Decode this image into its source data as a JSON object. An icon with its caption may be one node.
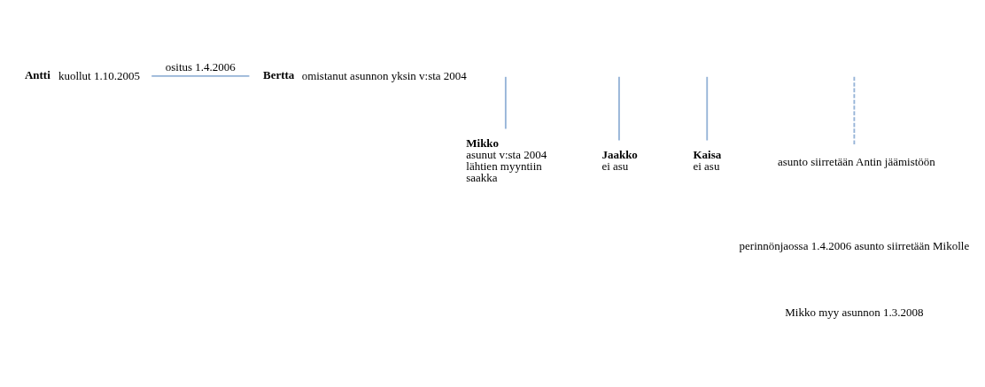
{
  "diagram": {
    "nodes": [
      {
        "text": [
          "Antti"
        ],
        "beside": [
          "kuollut 1.10.2005"
        ]
      },
      {
        "text": [
          "Bertta"
        ],
        "beside": [
          "omistanut asunnon yksin v:sta 2004"
        ]
      },
      {
        "text": [
          "Mikko",
          "asunut v:sta 2004 lähtien myyntiin saakka"
        ]
      },
      {
        "text": [
          "Jaakko",
          "ei asu"
        ]
      },
      {
        "text": [
          "Kaisa",
          "ei asu"
        ]
      },
      {
        "text": [
          "asunto siirretään Antin jäämistöön"
        ]
      }
    ],
    "edges": [
      {
        "from": 0,
        "to": 1,
        "arrow": "none",
        "label": "ositus 1.4.2006"
      },
      {
        "from": null,
        "to": 2,
        "arrow": "none"
      },
      {
        "from": null,
        "to": 3,
        "arrow": "none"
      },
      {
        "from": null,
        "to": 4,
        "arrow": "none"
      },
      {
        "from": null,
        "to": 5,
        "arrow": "none",
        "style": "dashed"
      }
    ],
    "labels": [
      "perinnönjaossa 1.4.2006 asunto siirretään Mikolle",
      "Mikko myy asunnon 1.3.2008"
    ]
  }
}
